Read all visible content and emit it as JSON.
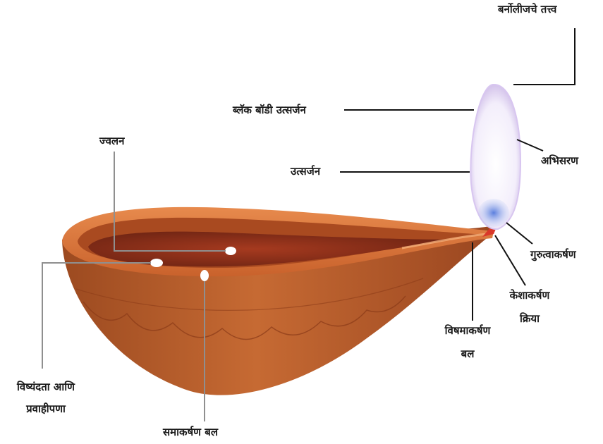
{
  "labels": {
    "bernoulli": "बर्नोलीजचे तत्त्व",
    "black_body": "ब्लॅक बॉडी उत्सर्जन",
    "combustion": "ज्वलन",
    "emission": "उत्सर्जन",
    "convergence": "अभिसरण",
    "gravity": "गुरुत्वाकर्षण",
    "capillary_line1": "केशाकर्षण",
    "capillary_line2": "क्रिया",
    "differential_line1": "विषमाकर्षण",
    "differential_line2": "बल",
    "viscosity_line1": "विष्यंदता आणि",
    "viscosity_line2": "प्रवाहीपणा",
    "cohesion": "समाकर्षण बल"
  },
  "colors": {
    "lamp_body": "#b45a2a",
    "lamp_rim": "#d9733a",
    "oil": "#8a2f1a",
    "flame_core": "#ffffff",
    "flame_glow": "#c9b6e6",
    "flame_base": "#5c7fd6",
    "leader_dark": "#111111",
    "leader_gray": "#8f8f8f"
  }
}
